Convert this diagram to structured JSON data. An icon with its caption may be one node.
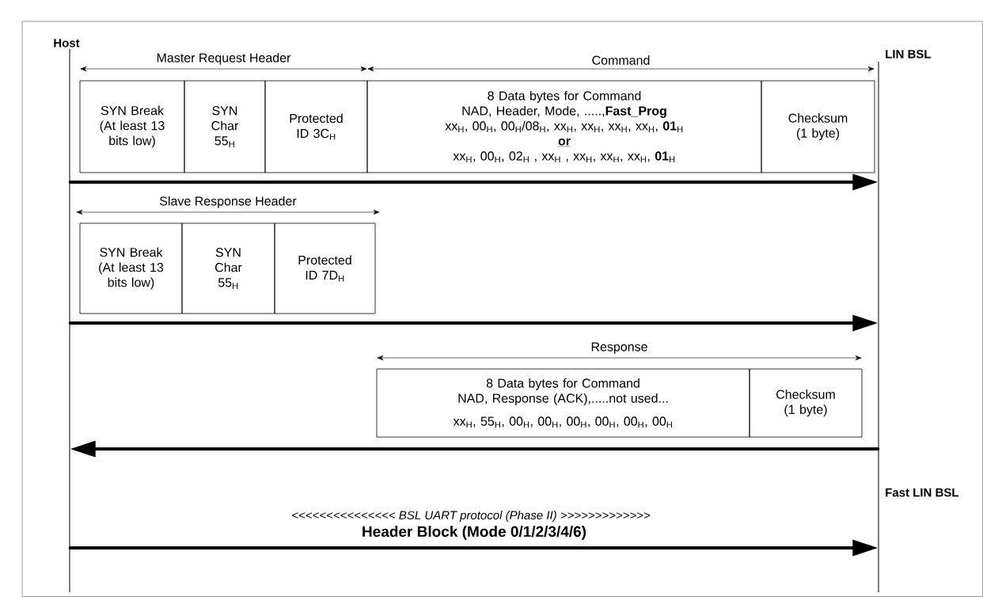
{
  "diagram": {
    "nodes": [
      {
        "text": [
          "Host"
        ]
      },
      {
        "text": [
          "LIN BSL"
        ],
        "beside": [
          "Fast LIN BSL"
        ]
      },
      {
        "text": [
          "SYN Break (At least 13 bits low)"
        ]
      },
      {
        "text": [
          "SYN Char 55$_{H}$"
        ]
      },
      {
        "text": [
          "Protected ID 3C$_{H}$"
        ]
      },
      {
        "text": [
          "8 Data bytes for Command",
          "NAD, Header, Mode, .....,**Fast_Prog**",
          "xx$_{H}$, 00$_{H}$, 00$_{H}$/08$_{H}$, xx$_{H}$, xx$_{H}$, xx$_{H}$, xx$_{H}$, **01**$_{H}$",
          "or",
          "xx$_{H}$,  00$_{H}$,   02$_{H}$  , xx$_{H}$ ,  xx$_{H}$,  xx$_{H}$, xx$_{H}$,  **01**$_{H}$"
        ]
      },
      {
        "text": [
          "Checksum (1 byte)"
        ]
      },
      {
        "text": [
          "SYN Break (At least 13 bits low)"
        ]
      },
      {
        "text": [
          "SYN Char 55$_{H}$"
        ]
      },
      {
        "text": [
          "Protected ID 7D$_{H}$"
        ]
      },
      {
        "text": [
          "8 Data bytes for Command",
          "NAD, Response (ACK),.....not used...",
          "xx$_{H}$, 55$_{H}$, 00$_{H}$, 00$_{H}$, 00$_{H}$, 00$_{H}$, 00$_{H}$, 00$_{H}$"
        ]
      },
      {
        "text": [
          "Checksum (1 byte)"
        ]
      }
    ],
    "edges": [
      {
        "from": 0,
        "to": 1,
        "arrow": "to"
      },
      {
        "from": 0,
        "to": 1,
        "arrow": "to"
      },
      {
        "from": 1,
        "to": 0,
        "arrow": "to"
      },
      {
        "from": 0,
        "to": 1,
        "arrow": "to",
        "label": "Header Block (Mode 0/1/2/3/4/6)"
      }
    ],
    "labels": [
      "Master Request Header",
      "Command",
      "Slave Response Header",
      "Response",
      "<<<<<<<<<<<<<<<  BSL UART protocol  (Phase II) >>>>>>>>>>>>>"
    ]
  }
}
